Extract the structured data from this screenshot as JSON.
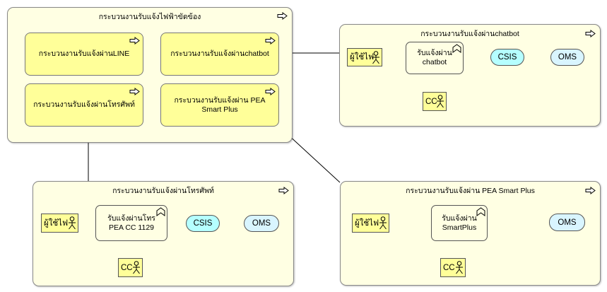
{
  "main": {
    "title": "กระบวนงานรับแจ้งไฟฟ้าขัดข้อง",
    "items": {
      "line": "กระบวนงานรับแจ้งผ่านLINE",
      "chatbot": "กระบวนงานรับแจ้งผ่านchatbot",
      "phone": "กระบวนงานรับแจ้งผ่านโทรศัพท์",
      "smartplus": "กระบวนงานรับแจ้งผ่าน PEA Smart Plus"
    }
  },
  "chatbot_group": {
    "title": "กระบวนงานรับแจ้งผ่านchatbot",
    "user": "ผู้ใช้ไฟ",
    "func": "รับแจ้งผ่าน chatbot",
    "cc": "CC",
    "csis": "CSIS",
    "oms": "OMS"
  },
  "phone_group": {
    "title": "กระบวนงานรับแจ้งผ่านโทรศัพท์",
    "user": "ผู้ใช้ไฟ",
    "func": "รับแจ้งผ่านโทร PEA CC 1129",
    "cc": "CC",
    "csis": "CSIS",
    "oms": "OMS"
  },
  "smart_group": {
    "title": "กระบวนงานรับแจ้งผ่าน PEA Smart Plus",
    "user": "ผู้ใช้ไฟ",
    "func": "รับแจ้งผ่าน SmartPlus",
    "cc": "CC",
    "oms": "OMS"
  },
  "colors": {
    "group_fill": "#ffffe3",
    "process_fill": "#ffff99",
    "app_fill": "#b5ffff",
    "oms_fill": "#d9f5ff"
  }
}
